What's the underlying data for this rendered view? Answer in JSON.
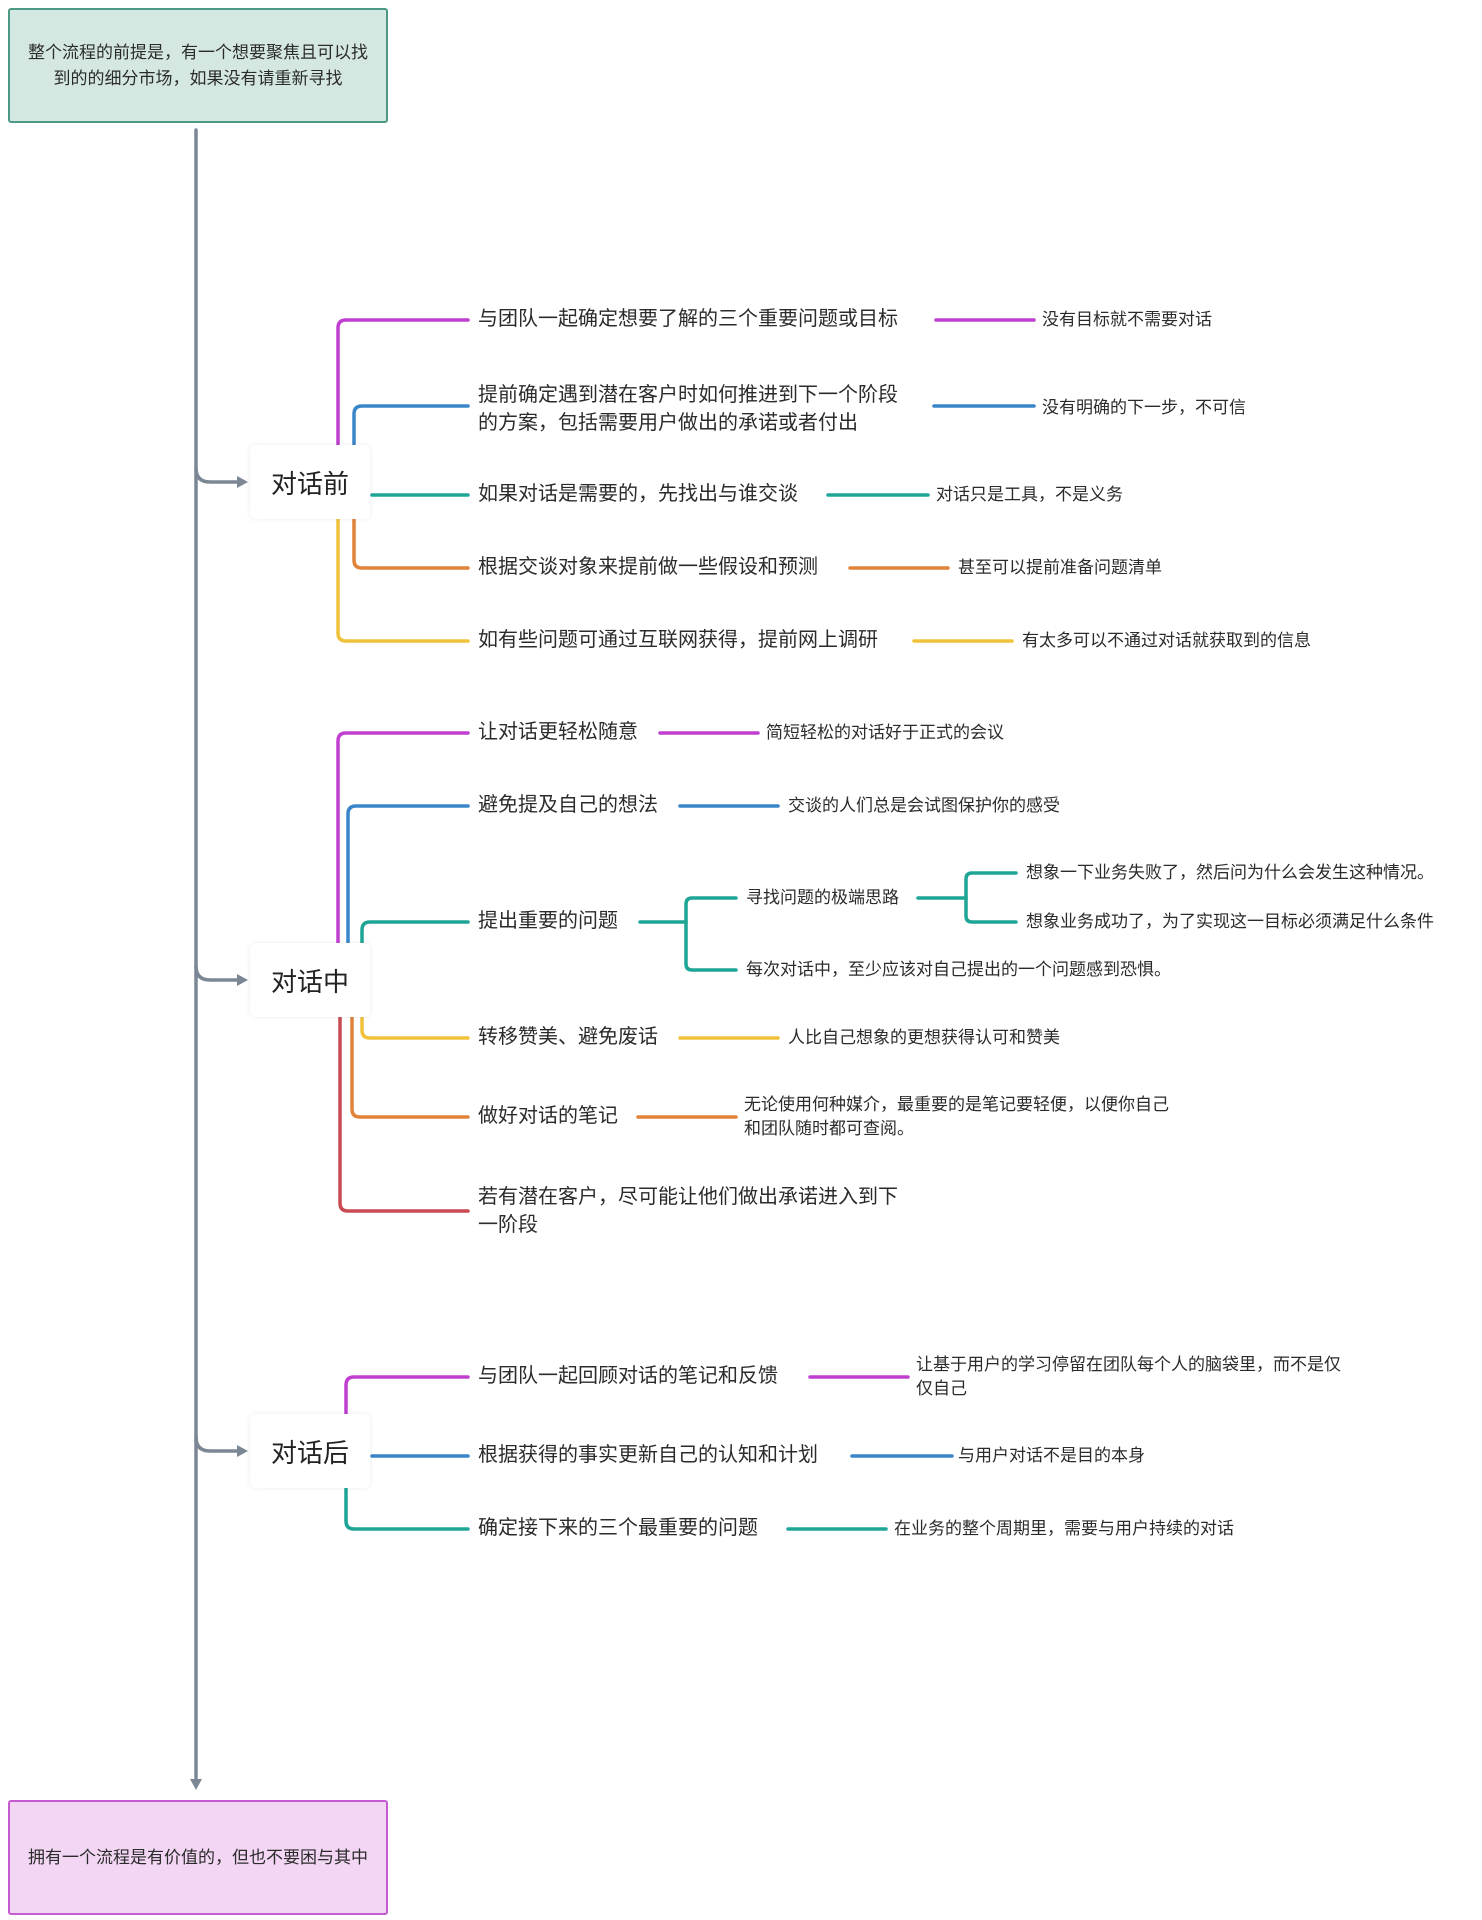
{
  "colors": {
    "trunk": "#7b8794",
    "purple": "#c13fd0",
    "blue": "#3a86c8",
    "teal": "#1fa595",
    "orange": "#e2833a",
    "yellow": "#f2c13a",
    "red": "#c94a52"
  },
  "top_box": "整个流程的前提是，有一个想要聚焦且可以找到的的细分市场，如果没有请重新寻找",
  "bottom_box": "拥有一个流程是有价值的，但也不要困与其中",
  "phases": [
    {
      "label": "对话前",
      "branches": [
        {
          "text": [
            "与团队一起确定想要了解的三个重要问题或目标"
          ],
          "note": [
            "没有目标就不需要对话"
          ]
        },
        {
          "text": [
            "提前确定遇到潜在客户时如何推进到下一个阶段",
            "的方案，包括需要用户做出的承诺或者付出"
          ],
          "note": [
            "没有明确的下一步，不可信"
          ]
        },
        {
          "text": [
            "如果对话是需要的，先找出与谁交谈"
          ],
          "note": [
            "对话只是工具，不是义务"
          ]
        },
        {
          "text": [
            "根据交谈对象来提前做一些假设和预测"
          ],
          "note": [
            "甚至可以提前准备问题清单"
          ]
        },
        {
          "text": [
            "如有些问题可通过互联网获得，提前网上调研"
          ],
          "note": [
            "有太多可以不通过对话就获取到的信息"
          ]
        }
      ]
    },
    {
      "label": "对话中",
      "branches": [
        {
          "text": [
            "让对话更轻松随意"
          ],
          "note": [
            "简短轻松的对话好于正式的会议"
          ]
        },
        {
          "text": [
            "避免提及自己的想法"
          ],
          "note": [
            "交谈的人们总是会试图保护你的感受"
          ]
        },
        {
          "text": [
            "提出重要的问题"
          ],
          "sub": [
            {
              "text": "寻找问题的极端思路",
              "children": [
                "想象一下业务失败了，然后问为什么会发生这种情况。",
                "想象业务成功了，为了实现这一目标必须满足什么条件"
              ]
            },
            {
              "text": "每次对话中，至少应该对自己提出的一个问题感到恐惧。"
            }
          ]
        },
        {
          "text": [
            "转移赞美、避免废话"
          ],
          "note": [
            "人比自己想象的更想获得认可和赞美"
          ]
        },
        {
          "text": [
            "做好对话的笔记"
          ],
          "note": [
            "无论使用何种媒介，最重要的是笔记要轻便，以便你自己",
            "和团队随时都可查阅。"
          ]
        },
        {
          "text": [
            "若有潜在客户，尽可能让他们做出承诺进入到下",
            "一阶段"
          ]
        }
      ]
    },
    {
      "label": "对话后",
      "branches": [
        {
          "text": [
            "与团队一起回顾对话的笔记和反馈"
          ],
          "note": [
            "让基于用户的学习停留在团队每个人的脑袋里，而不是仅",
            "仅自己"
          ]
        },
        {
          "text": [
            "根据获得的事实更新自己的认知和计划"
          ],
          "note": [
            "与用户对话不是目的本身"
          ]
        },
        {
          "text": [
            "确定接下来的三个最重要的问题"
          ],
          "note": [
            "在业务的整个周期里，需要与用户持续的对话"
          ]
        }
      ]
    }
  ]
}
